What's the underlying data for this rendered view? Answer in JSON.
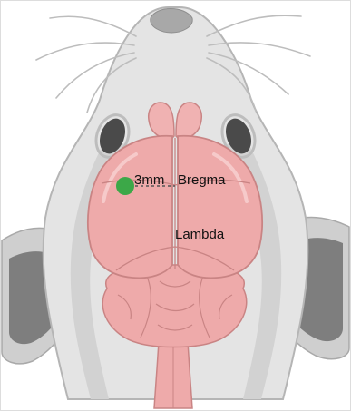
{
  "labels": {
    "distance": "3mm",
    "bregma": "Bregma",
    "lambda": "Lambda"
  },
  "marker": {
    "color": "#3ca848"
  },
  "colors": {
    "fur_light": "#e4e4e4",
    "fur_mid": "#c9c9c9",
    "fur_dark": "#7d7d7d",
    "brain_fill": "#eeaaaa",
    "brain_stroke": "#c98484",
    "brain_light": "#f5c4c4",
    "eye": "#4a4a4a",
    "whisker": "#bdbdbd"
  }
}
